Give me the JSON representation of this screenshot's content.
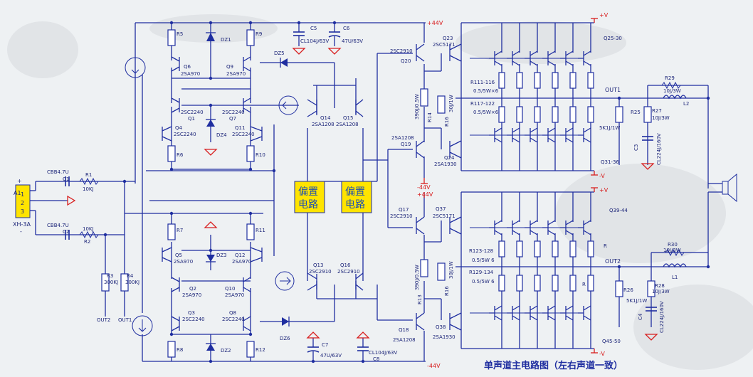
{
  "title": "单声道主电路图（左右声道一致）",
  "bias_labels": [
    {
      "line1": "偏置",
      "line2": "电路"
    },
    {
      "line1": "偏置",
      "line2": "电路"
    }
  ],
  "input": {
    "connector_name": "A1",
    "connector_model": "XH-3A",
    "pins": [
      "1",
      "2",
      "3"
    ],
    "plus": "+",
    "minus": "-",
    "cap1": "CBB4.7U",
    "cap1_name": "C1",
    "cap2": "CBB4.7U",
    "cap2_name": "C2",
    "r1": "R1",
    "r1_val": "10KJ",
    "r2": "R2",
    "r2_val": "10KJ",
    "r3": "R3",
    "r3_val": "300KJ",
    "r4": "R4",
    "r4_val": "300KJ",
    "out1": "OUT1",
    "out2": "OUT2"
  },
  "rails": {
    "p44_top": "+44V",
    "n44_bottom": "-44V",
    "p44_mid": "+44V",
    "n44_mid": "-44V",
    "pv1": "+V",
    "nv1": "-V",
    "pv2": "+V",
    "nv2": "-V"
  },
  "caps": {
    "c5": "C5",
    "c5_val": "CL104J/63V",
    "c6": "C6",
    "c6_val": "47U/63V",
    "c7": "C7",
    "c7_val": "47U/63V",
    "c8": "C8",
    "c8_val": "CL104J/63V",
    "c3": "C3",
    "c3_val": "CL224J/160V",
    "c4": "C4",
    "c4_val": "CL224J/160V"
  },
  "front": {
    "r5": "R5",
    "r6": "R6",
    "r7": "R7",
    "r8": "R8",
    "r9": "R9",
    "r10": "R10",
    "r11": "R11",
    "r12": "R12",
    "dz1": "DZ1",
    "dz2": "DZ2",
    "dz3": "DZ3",
    "dz4": "DZ4",
    "dz5": "DZ5",
    "dz6": "DZ6",
    "q6": "Q6",
    "q6_t": "2SA970",
    "q9": "Q9",
    "q9_t": "2SA970",
    "q1": "Q1",
    "q1_t": "2SC2240",
    "q7": "Q7",
    "q7_t": "2SC2240",
    "q4": "Q4",
    "q4_t": "2SC2240",
    "q11": "Q11",
    "q11_t": "2SC2240",
    "q5": "Q5",
    "q5_t": "2SA970",
    "q12": "Q12",
    "q12_t": "2SA970",
    "q2": "Q2",
    "q2_t": "2SA970",
    "q10": "Q10",
    "q10_t": "2SA970",
    "q3": "Q3",
    "q3_t": "2SC2240",
    "q8": "Q8",
    "q8_t": "2SC2240",
    "q14": "Q14",
    "q14_t": "2SA1208",
    "q15": "Q15",
    "q15_t": "2SA1208",
    "q13": "Q13",
    "q13_t": "2SC2910",
    "q16": "Q16",
    "q16_t": "2SC2910"
  },
  "driver": {
    "q20": "Q20",
    "q20_t": "2SC2910",
    "q19": "Q19",
    "q19_t": "2SA1208",
    "q23": "Q23",
    "q23_t": "2SC5171",
    "q24": "Q24",
    "q24_t": "2SA1930",
    "q17": "Q17",
    "q17_t": "2SC2910",
    "q18": "Q18",
    "q18_t": "2SA1208",
    "q37": "Q37",
    "q37_t": "2SC5171",
    "q38": "Q38",
    "q38_t": "2SA1930",
    "r14": "R14",
    "r14_val": "390J/0.5W",
    "r13": "R13",
    "r13_val": "390J/0.5W",
    "r16a": "R16",
    "r16a_val": "30J/1W",
    "r16b": "R16",
    "r16b_val": "30J/1W"
  },
  "output": {
    "r111": "R111-116",
    "r111_val": "0.5/5W×6",
    "r117": "R117-122",
    "r117_val": "0.5/5W×6",
    "r123": "R123-128",
    "r123_val": "0.5/5W 6",
    "r129": "R129-134",
    "r129_val": "0.5/5W 6",
    "q25": "Q25-30",
    "q31": "Q31-36",
    "q39": "Q39-44",
    "q45": "Q45-50",
    "out1": "OUT1",
    "out2": "OUT2",
    "r29": "R29",
    "r29_val": "10J/3W",
    "r30": "R30",
    "r30_val": "10J/3W",
    "l2": "L2",
    "l1": "L1",
    "r27": "R27",
    "r27_val": "10J/3W",
    "r28": "R28",
    "r28_val": "10J/3W",
    "r25": "R25",
    "r25_val": "5K1J/1W",
    "r26": "R26",
    "r26_val": "5K1J/1W",
    "rlbl1": "R",
    "rlbl2": "R"
  }
}
